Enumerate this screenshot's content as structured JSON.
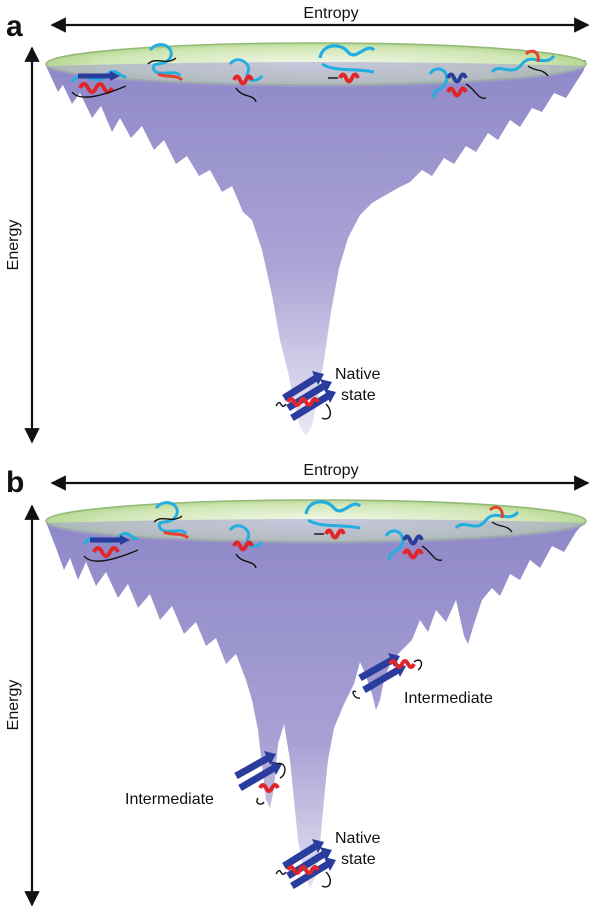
{
  "panels": [
    {
      "letter": "a",
      "x_axis_label": "Entropy",
      "y_axis_label": "Energy",
      "states": [
        {
          "line1": "Native",
          "line2": "state"
        }
      ]
    },
    {
      "letter": "b",
      "x_axis_label": "Entropy",
      "y_axis_label": "Energy",
      "states": [
        {
          "line1": "Intermediate"
        },
        {
          "line1": "Intermediate"
        },
        {
          "line1": "Native",
          "line2": "state"
        }
      ]
    }
  ],
  "colors": {
    "funnel_top": "#8f88c8",
    "funnel_bottom": "#e8e6f3",
    "rim_fill": "#c6e1a8",
    "rim_edge": "#9bbf7f",
    "helix": "#e0262b",
    "strand": "#2a3c9e",
    "coil_cyan": "#22aee0",
    "coil_black": "#111111",
    "coil_red": "#e6412f"
  }
}
